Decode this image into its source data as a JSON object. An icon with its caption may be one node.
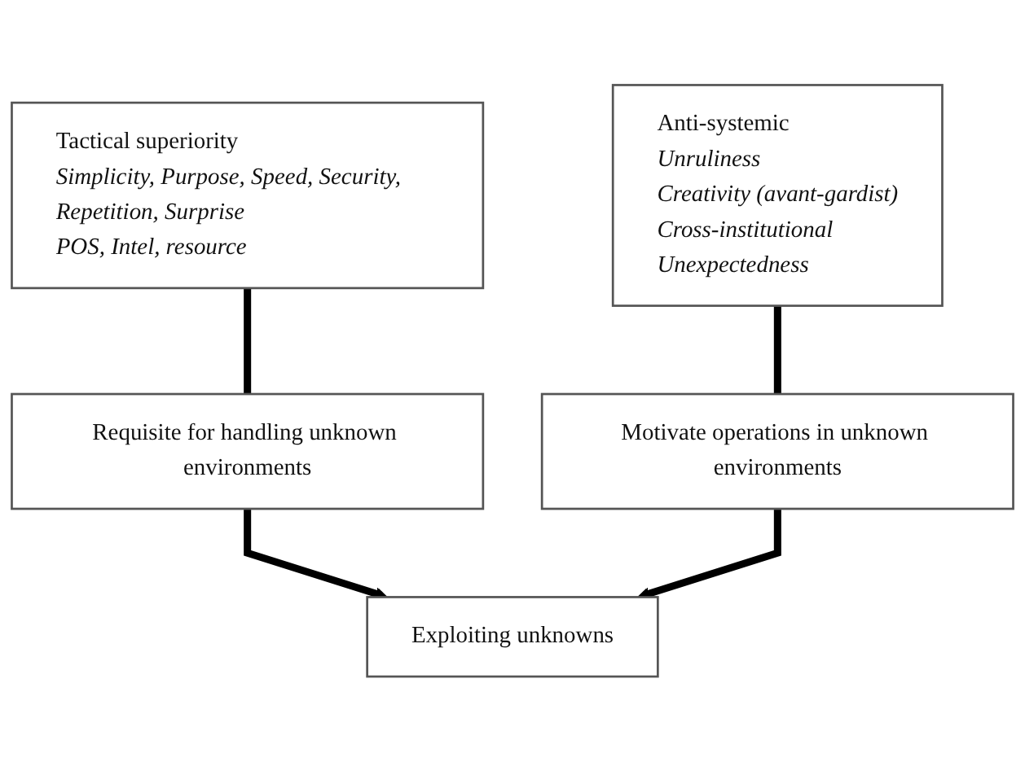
{
  "diagram": {
    "nodes": [
      {
        "text": [
          "Tactical superiority",
          "Simplicity, Purpose, Speed, Security, Repetition, Surprise",
          "POS, Intel, resource"
        ]
      },
      {
        "text": [
          "Anti-systemic",
          "Unruliness",
          "Creativity (avant-gardist)",
          "Cross-institutional",
          "Unexpectedness"
        ]
      },
      {
        "text": [
          "Requisite for handling unknown environments"
        ]
      },
      {
        "text": [
          "Motivate operations in unknown environments"
        ]
      },
      {
        "text": [
          "Exploiting unknowns"
        ]
      }
    ],
    "edges": [
      {
        "from": 0,
        "to": 2,
        "arrow": "none"
      },
      {
        "from": 1,
        "to": 3,
        "arrow": "none"
      },
      {
        "from": 2,
        "to": 4,
        "arrow": "to"
      },
      {
        "from": 3,
        "to": 4,
        "arrow": "to"
      }
    ]
  }
}
